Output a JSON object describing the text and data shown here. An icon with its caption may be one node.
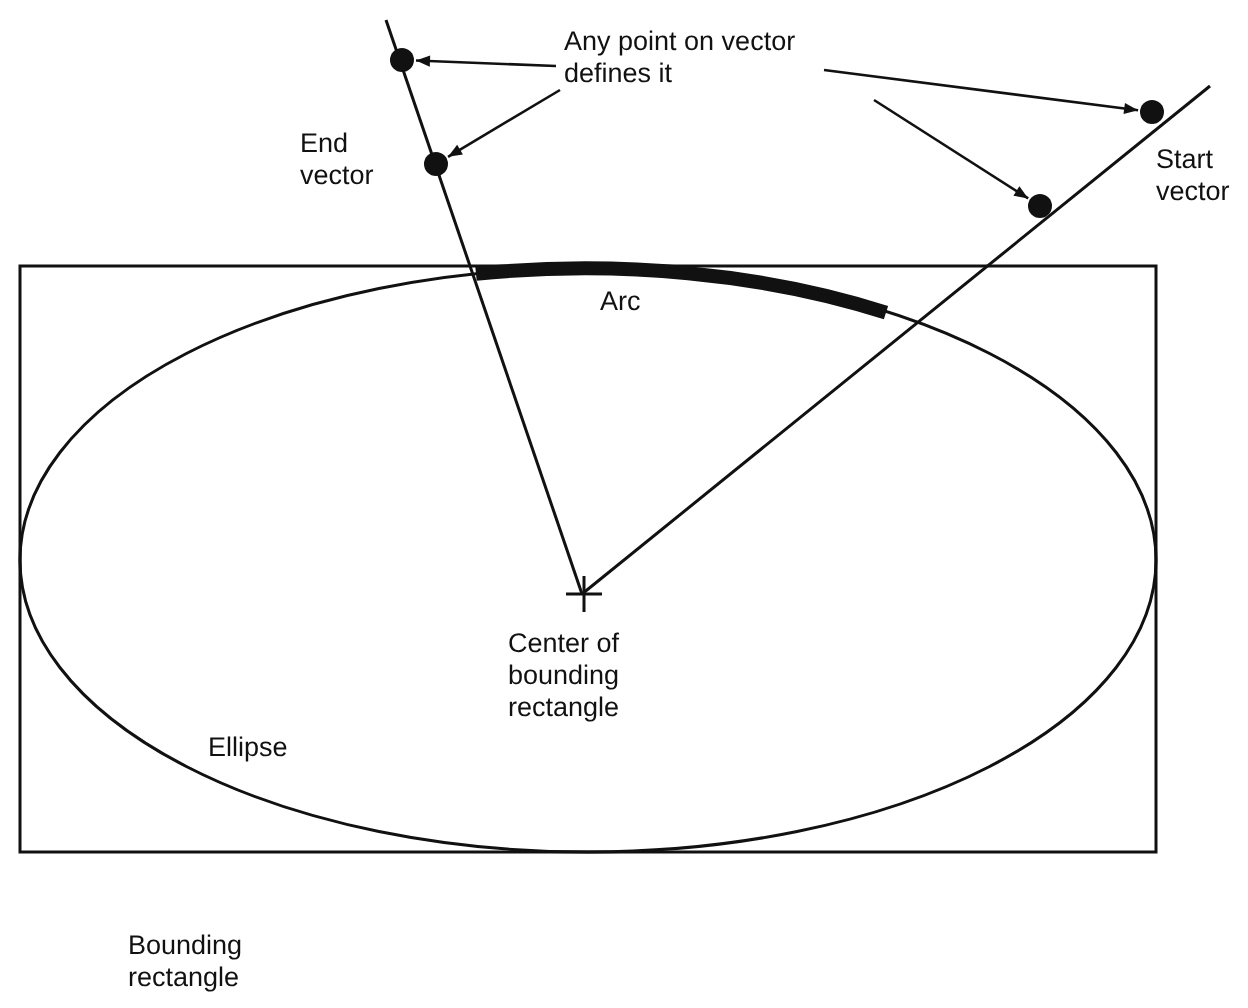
{
  "diagram": {
    "nodes": [
      {
        "text": [
          "Any point on vector defines it"
        ]
      },
      {
        "text": [],
        "shape": "circle"
      },
      {
        "text": [],
        "shape": "circle"
      },
      {
        "text": [],
        "shape": "circle"
      },
      {
        "text": [],
        "shape": "circle"
      }
    ],
    "edges": [
      {
        "from": 0,
        "to": 1,
        "arrow": "to"
      },
      {
        "from": 0,
        "to": 2,
        "arrow": "to"
      },
      {
        "from": 0,
        "to": 4,
        "arrow": "to"
      },
      {
        "from": 0,
        "to": 3,
        "arrow": "to"
      }
    ],
    "labels": [
      "End vector",
      "Start vector",
      "Arc",
      "Center of bounding rectangle",
      "Ellipse",
      "Bounding rectangle"
    ]
  }
}
